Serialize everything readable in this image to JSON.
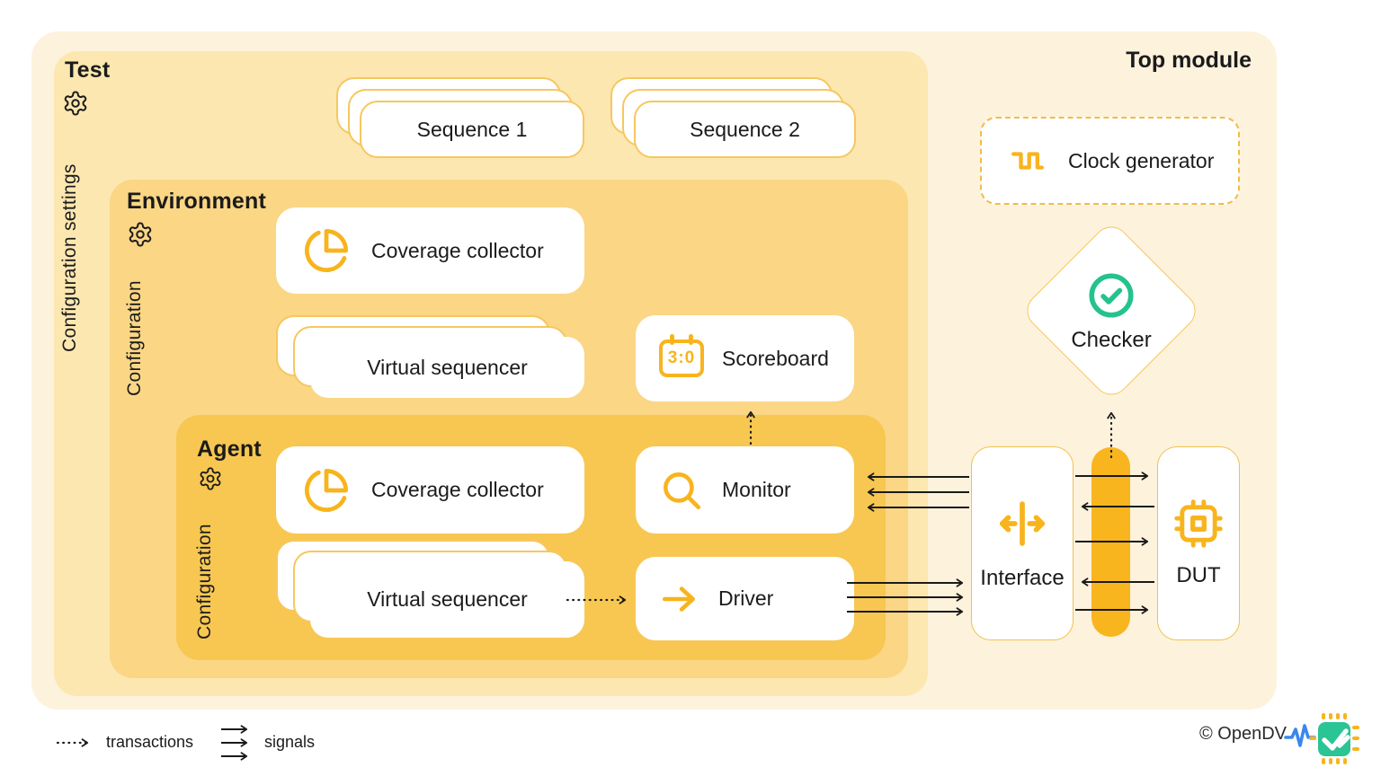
{
  "top_module": {
    "label": "Top module"
  },
  "test": {
    "label": "Test",
    "config_label": "Configuration settings"
  },
  "environment": {
    "label": "Environment",
    "config_label": "Configuration"
  },
  "agent": {
    "label": "Agent",
    "config_label": "Configuration"
  },
  "sequences": {
    "seq1": "Sequence 1",
    "seq2": "Sequence 2"
  },
  "env_components": {
    "coverage": "Coverage collector",
    "virtual_sequencer": "Virtual sequencer",
    "scoreboard": "Scoreboard",
    "scoreboard_icon_text": "3:0"
  },
  "agent_components": {
    "coverage": "Coverage collector",
    "monitor": "Monitor",
    "virtual_sequencer": "Virtual sequencer",
    "driver": "Driver"
  },
  "right_side": {
    "clock_generator": "Clock generator",
    "checker": "Checker",
    "interface": "Interface",
    "dut": "DUT"
  },
  "legend": {
    "transactions": "transactions",
    "signals": "signals"
  },
  "footer": {
    "copyright": "© OpenDV"
  },
  "icons": {
    "gear": "gear-icon",
    "coverage": "pie-chart-icon",
    "scoreboard": "scoreboard-icon",
    "monitor": "search-icon",
    "driver": "arrow-right-icon",
    "clock_generator": "square-wave-icon",
    "checker": "check-circle-icon",
    "interface": "bidirectional-arrows-icon",
    "dut": "chip-icon",
    "logo": "waveform-chip-logo"
  },
  "colors": {
    "outer_bg": "#FDF2DC",
    "test_bg": "#FCE7B0",
    "environment_bg": "#FAD685",
    "agent_bg": "#F8C751",
    "accent_yellow": "#F8B41D",
    "card_border_yellow": "#F6C75F",
    "checker_green": "#24C28E",
    "logo_blue": "#3A87EE",
    "text": "#1B1B1B"
  }
}
